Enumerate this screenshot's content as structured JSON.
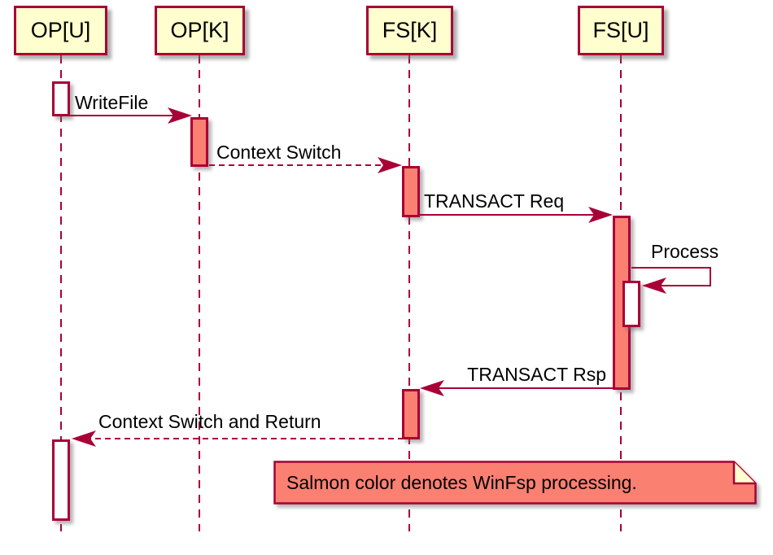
{
  "diagram": {
    "type": "sequence-diagram",
    "participants": [
      {
        "label": "OP[U]"
      },
      {
        "label": "OP[K]"
      },
      {
        "label": "FS[K]"
      },
      {
        "label": "FS[U]"
      }
    ],
    "messages": [
      {
        "label": "WriteFile",
        "from": "OP[U]",
        "to": "OP[K]",
        "line": "solid"
      },
      {
        "label": "Context Switch",
        "from": "OP[K]",
        "to": "FS[K]",
        "line": "dashed"
      },
      {
        "label": "TRANSACT Req",
        "from": "FS[K]",
        "to": "FS[U]",
        "line": "solid"
      },
      {
        "label": "Process",
        "from": "FS[U]",
        "to": "FS[U]",
        "line": "solid-self"
      },
      {
        "label": "TRANSACT Rsp",
        "from": "FS[U]",
        "to": "FS[K]",
        "line": "solid"
      },
      {
        "label": "Context Switch and Return",
        "from": "FS[K]",
        "to": "OP[U]",
        "line": "dashed"
      }
    ],
    "note": {
      "text": "Salmon color denotes WinFsp processing."
    },
    "colors": {
      "participant_fill": "#FEFECE",
      "line_and_border": "#A80036",
      "salmon_activation": "#FA8072",
      "activation_plain": "#FFFFFF",
      "text": "#000000",
      "background": "#FFFFFF"
    }
  }
}
